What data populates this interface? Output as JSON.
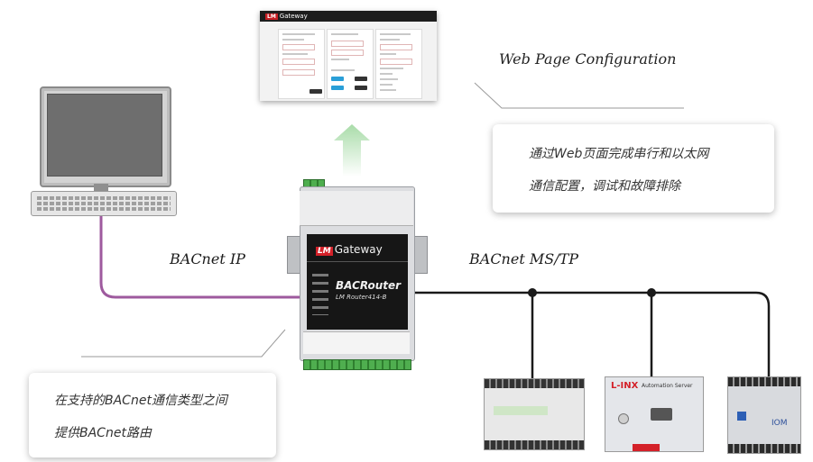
{
  "web_config": {
    "caption": "Web Page Configuration",
    "browser_brand_mark": "LM",
    "browser_title": "Gateway"
  },
  "note_web": {
    "line1": "通过Web页面完成串行和以太网",
    "line2": "通信配置，调试和故障排除"
  },
  "note_routing": {
    "line1": "在支持的BACnet通信类型之间",
    "line2": "提供BACnet路由"
  },
  "links": {
    "ip_label": "BACnet  IP",
    "mstp_label": "BACnet  MS/TP"
  },
  "router": {
    "brand_mark": "LM",
    "brand_name": "Gateway",
    "model": "BACRouter",
    "model_sub": "LM Router414-B"
  },
  "devices": {
    "device2_name": "L-INX",
    "device2_sub": "Automation Server",
    "device3_name": "IOM"
  },
  "colors": {
    "ip_wire": "#9e5a9e",
    "mstp_wire": "#1a1a1a",
    "arrow": "#c9e8c9",
    "router_face": "#161616",
    "brand_red": "#d42129"
  }
}
